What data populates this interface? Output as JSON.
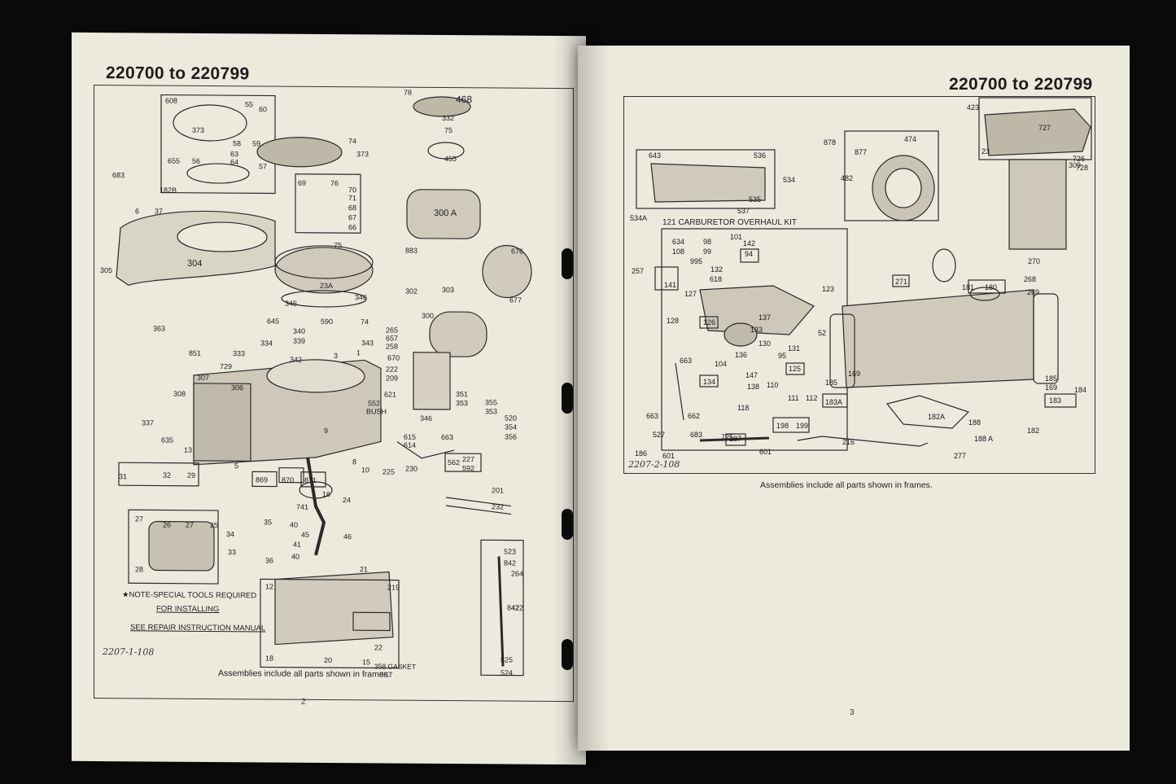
{
  "left_page": {
    "header": "220700 to 220799",
    "diagram_code": "2207-1-108",
    "caption": "Assemblies include all parts shown in frames.",
    "page_number": "2",
    "note_line1": "★NOTE-SPECIAL TOOLS REQUIRED",
    "note_line2": "FOR INSTALLING",
    "note_line3": "SEE REPAIR INSTRUCTION MANUAL",
    "labels": [
      "78",
      "468",
      "332",
      "75",
      "455",
      "300 A",
      "883",
      "676",
      "677",
      "303",
      "302",
      "300",
      "608",
      "55",
      "60",
      "373",
      "58",
      "59",
      "655",
      "56",
      "63",
      "64",
      "57",
      "683",
      "182B",
      "74",
      "373",
      "69",
      "76",
      "70",
      "71",
      "68",
      "67",
      "66",
      "6",
      "37",
      "304",
      "305",
      "75",
      "23A",
      "346",
      "345",
      "363",
      "645",
      "590",
      "74",
      "340",
      "339",
      "343",
      "334",
      "342",
      "3",
      "851",
      "333",
      "729",
      "307",
      "308",
      "306",
      "552",
      "BUSH",
      "337",
      "635",
      "13",
      "5",
      "9",
      "8",
      "10",
      "31",
      "32",
      "29",
      "869",
      "870",
      "871",
      "27",
      "26",
      "27",
      "25",
      "28",
      "35",
      "40",
      "34",
      "45",
      "41",
      "33",
      "36",
      "40",
      "46",
      "12",
      "219",
      "18",
      "20",
      "15",
      "21",
      "22",
      "358 GASKET",
      "SET",
      "847",
      "523",
      "842",
      "264",
      "422",
      "525",
      "524",
      "265",
      "657",
      "258",
      "670",
      "222",
      "209",
      "621",
      "351",
      "353",
      "355",
      "353",
      "520",
      "354",
      "356",
      "346",
      "663",
      "615",
      "614",
      "225",
      "230",
      "562",
      "227",
      "592",
      "201",
      "232",
      "741",
      "16",
      "24",
      "1"
    ]
  },
  "right_page": {
    "header": "220700 to 220799",
    "diagram_code": "2207-2-108",
    "caption": "Assemblies include all parts shown in frames.",
    "page_number": "3",
    "kit_title": "121 CARBURETOR OVERHAUL KIT",
    "labels": [
      "643",
      "536",
      "534",
      "535",
      "537",
      "534A",
      "878",
      "877",
      "474",
      "482",
      "423",
      "727",
      "23",
      "309",
      "726",
      "728",
      "634",
      "108",
      "98",
      "99",
      "101",
      "142",
      "94",
      "995",
      "132",
      "618",
      "257",
      "141",
      "127",
      "123",
      "128",
      "137",
      "133",
      "126",
      "136",
      "130",
      "131",
      "95",
      "52",
      "663",
      "134",
      "104",
      "147",
      "138",
      "125",
      "110",
      "111",
      "112",
      "118",
      "198",
      "199",
      "169",
      "185",
      "183A",
      "182A",
      "188",
      "216",
      "182",
      "185",
      "169",
      "184",
      "183",
      "663",
      "662",
      "527",
      "683",
      "725",
      "187",
      "601",
      "186",
      "601",
      "277",
      "188 A",
      "181",
      "180",
      "270",
      "268",
      "269",
      "271"
    ]
  }
}
